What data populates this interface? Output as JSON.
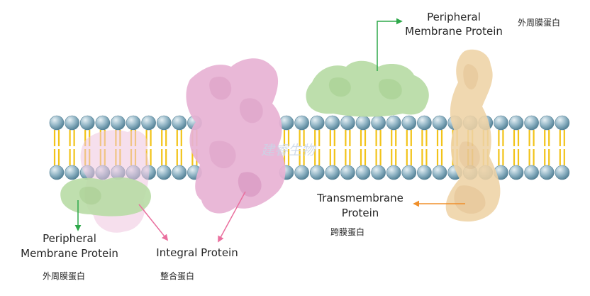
{
  "labels": {
    "peripheral_top_en_1": "Peripheral",
    "peripheral_top_en_2": "Membrane Protein",
    "peripheral_top_zh": "外周膜蛋白",
    "peripheral_bottom_en_1": "Peripheral",
    "peripheral_bottom_en_2": "Membrane Protein",
    "peripheral_bottom_zh": "外周膜蛋白",
    "integral_en": "Integral Protein",
    "integral_zh": "整合蛋白",
    "transmembrane_en_1": "Transmembrane",
    "transmembrane_en_2": "Protein",
    "transmembrane_zh": "跨膜蛋白"
  },
  "watermark": "建睿生物",
  "colors": {
    "lipid_head": "#8fb3c4",
    "lipid_head_dark": "#4f7d92",
    "lipid_tail": "#f2c318",
    "peripheral_protein": "#b9dca6",
    "integral_protein": "#e8b2d4",
    "transmembrane_protein": "#efd3a6",
    "arrow_green": "#2ea84a",
    "arrow_pink": "#ea6f9e",
    "arrow_orange": "#f0902c"
  }
}
